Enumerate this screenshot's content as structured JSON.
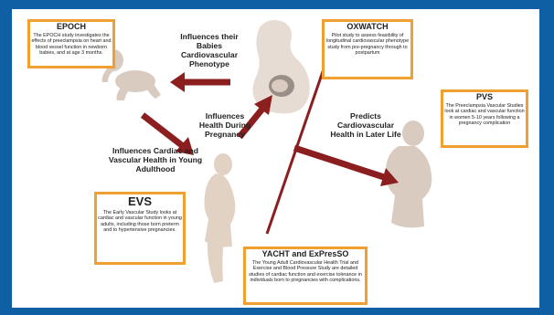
{
  "colors": {
    "background": "#0e5fa3",
    "box_border": "#f0a030",
    "arrow": "#8b1e1e",
    "silhouette": "#d9cbc0"
  },
  "boxes": {
    "epoch": {
      "title": "EPOCH",
      "text": "The EPOCH study investigates the effects of preeclampsia on heart and blood vessel function in newborn babies, and at age 3 months."
    },
    "oxwatch": {
      "title": "OXWATCH",
      "text": "Pilot study to assess feasibility of longitudinal cardiovascular phenotype study from pre-pregnancy through to postpartum"
    },
    "pvs": {
      "title": "PVS",
      "text": "The Preeclampsia Vascular Studies look at cardiac and vascular function in women 5-10 years following a pregnancy complication"
    },
    "evs": {
      "title": "EVS",
      "text": "The Early Vascular Study looks at cardiac and vascular function in young adults, including those born preterm and to hypertensive pregnancies."
    },
    "yacht": {
      "title": "YACHT and ExPresSO",
      "text": "The Young Adult Cardiovascular Health Trial and Exercise and Blood Pressure Study are detailed studies of cardiac function and exercise tolerance in individuals born to pregnancies with complications."
    }
  },
  "labels": {
    "influences_babies": "Influences their Babies Cardiovascular Phenotype",
    "influences_health_pregnancy": "Influences Health During Pregnancy",
    "predicts_later_life": "Predicts Cardiovascular Health in Later Life",
    "influences_young_adulthood": "Influences Cardiac and Vascular Health in Young Adulthood"
  },
  "icons": [
    "baby-icon",
    "pregnant-woman-icon",
    "young-woman-icon",
    "older-woman-icon"
  ]
}
